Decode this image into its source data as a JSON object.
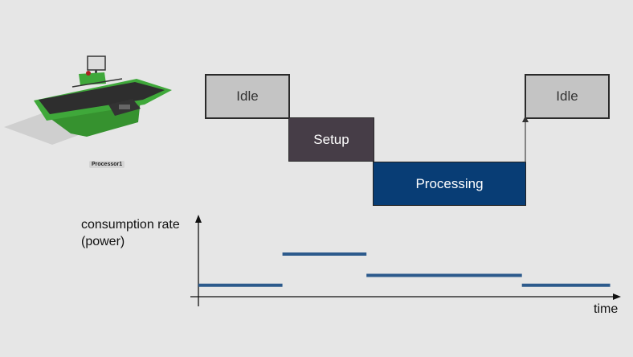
{
  "machine": {
    "label": "Processor1",
    "colors": {
      "body": "#3fa83a",
      "belt": "#2e2e2e"
    }
  },
  "state_flow": {
    "states": [
      {
        "label": "Idle",
        "kind": "idle",
        "color": "#c4c4c4"
      },
      {
        "label": "Setup",
        "kind": "setup",
        "color": "#463d47"
      },
      {
        "label": "Processing",
        "kind": "processing",
        "color": "#083d75"
      },
      {
        "label": "Idle",
        "kind": "idle",
        "color": "#c4c4c4"
      }
    ]
  },
  "chart_data": {
    "type": "line",
    "title": "",
    "xlabel": "time",
    "ylabel": "consumption rate\n(power)",
    "ylabel_lines": [
      "consumption rate",
      "(power)"
    ],
    "grid": false,
    "legend": "none",
    "series_color": "#2c5a8c",
    "x_units": "relative time",
    "y_units": "relative power (no ticks shown)",
    "ylim": [
      0,
      1
    ],
    "xlim": [
      0,
      1
    ],
    "segments": [
      {
        "state": "Idle",
        "x_start": 0.0,
        "x_end": 0.2,
        "y": 0.14
      },
      {
        "state": "Setup",
        "x_start": 0.2,
        "x_end": 0.4,
        "y": 0.52
      },
      {
        "state": "Processing",
        "x_start": 0.4,
        "x_end": 0.77,
        "y": 0.26
      },
      {
        "state": "Idle",
        "x_start": 0.77,
        "x_end": 0.98,
        "y": 0.14
      }
    ]
  }
}
